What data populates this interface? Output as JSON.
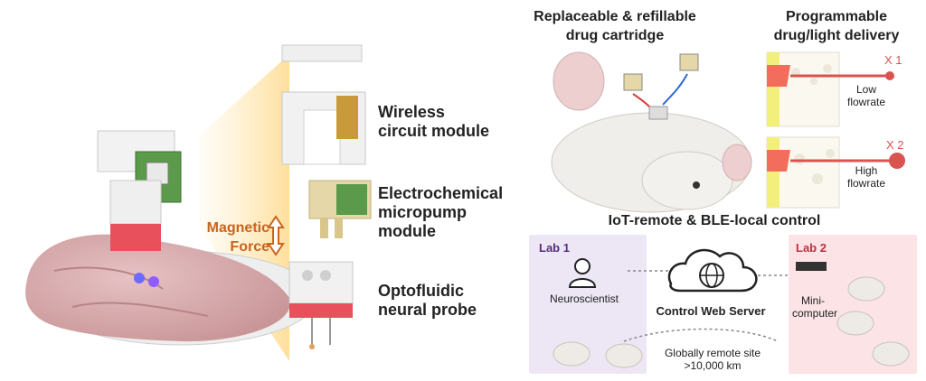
{
  "left": {
    "modules": [
      {
        "line1": "Wireless",
        "line2": "circuit module"
      },
      {
        "line1": "Electrochemical",
        "line2": "micropump",
        "line3": "module"
      },
      {
        "line1": "Optofluidic",
        "line2": "neural probe"
      }
    ],
    "magnetic": {
      "line1": "Magnetic",
      "line2": "Force"
    }
  },
  "top_right": {
    "cartridge_title": {
      "line1": "Replaceable & refillable",
      "line2": "drug cartridge"
    },
    "delivery_title": {
      "line1": "Programmable",
      "line2": "drug/light delivery"
    },
    "low": {
      "mult": "X 1",
      "line1": "Low",
      "line2": "flowrate"
    },
    "high": {
      "mult": "X 2",
      "line1": "High",
      "line2": "flowrate"
    }
  },
  "bottom": {
    "title": "IoT-remote & BLE-local control",
    "lab1": "Lab 1",
    "lab2": "Lab 2",
    "neuroscientist": "Neuroscientist",
    "server": "Control Web Server",
    "minicomputer": {
      "line1": "Mini-",
      "line2": "computer"
    },
    "remote": {
      "line1": "Globally remote site",
      "line2": ">10,000 km"
    }
  },
  "colors": {
    "lab1_bg": "#ece6f5",
    "lab1_title": "#5a2d82",
    "lab2_bg": "#fbe3e6",
    "lab2_title": "#c0303f",
    "magnetic": "#c8641e",
    "probe_red": "#e8505b",
    "flow_red": "#d9534f"
  }
}
